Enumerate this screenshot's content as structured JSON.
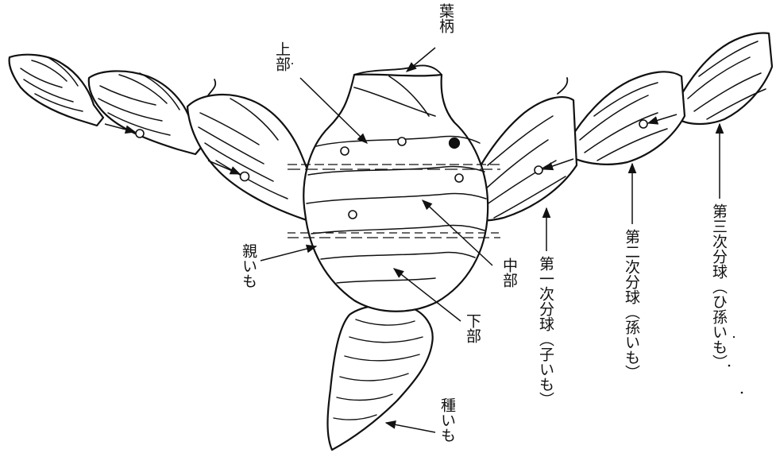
{
  "labels": {
    "petiole": "葉柄",
    "upper": "上部",
    "middle": "中部",
    "lower": "下部",
    "mother_corm": "親いも",
    "seed_corm": "種いも",
    "first_cormel": "第一次分球（子いも）",
    "second_cormel": "第二次分球（孫いも）",
    "third_cormel": "第三次分球（ひ孫いも）"
  }
}
